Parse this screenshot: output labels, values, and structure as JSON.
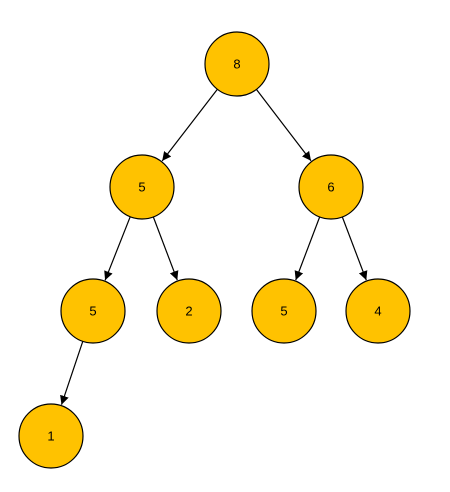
{
  "diagram": {
    "type": "tree",
    "colors": {
      "node_fill": "#FFC200",
      "node_stroke": "#000000",
      "edge": "#000000",
      "background": "#FFFFFF"
    },
    "nodes": [
      {
        "id": "n8-root",
        "label": "8"
      },
      {
        "id": "n5-left",
        "label": "5"
      },
      {
        "id": "n6-right",
        "label": "6"
      },
      {
        "id": "n5-leftleft",
        "label": "5"
      },
      {
        "id": "n2",
        "label": "2"
      },
      {
        "id": "n5-rightleft",
        "label": "5"
      },
      {
        "id": "n4",
        "label": "4"
      },
      {
        "id": "n1",
        "label": "1"
      }
    ],
    "edges": [
      {
        "from": "n8-root",
        "to": "n5-left"
      },
      {
        "from": "n8-root",
        "to": "n6-right"
      },
      {
        "from": "n5-left",
        "to": "n5-leftleft"
      },
      {
        "from": "n5-left",
        "to": "n2"
      },
      {
        "from": "n6-right",
        "to": "n5-rightleft"
      },
      {
        "from": "n6-right",
        "to": "n4"
      },
      {
        "from": "n5-leftleft",
        "to": "n1"
      }
    ]
  }
}
